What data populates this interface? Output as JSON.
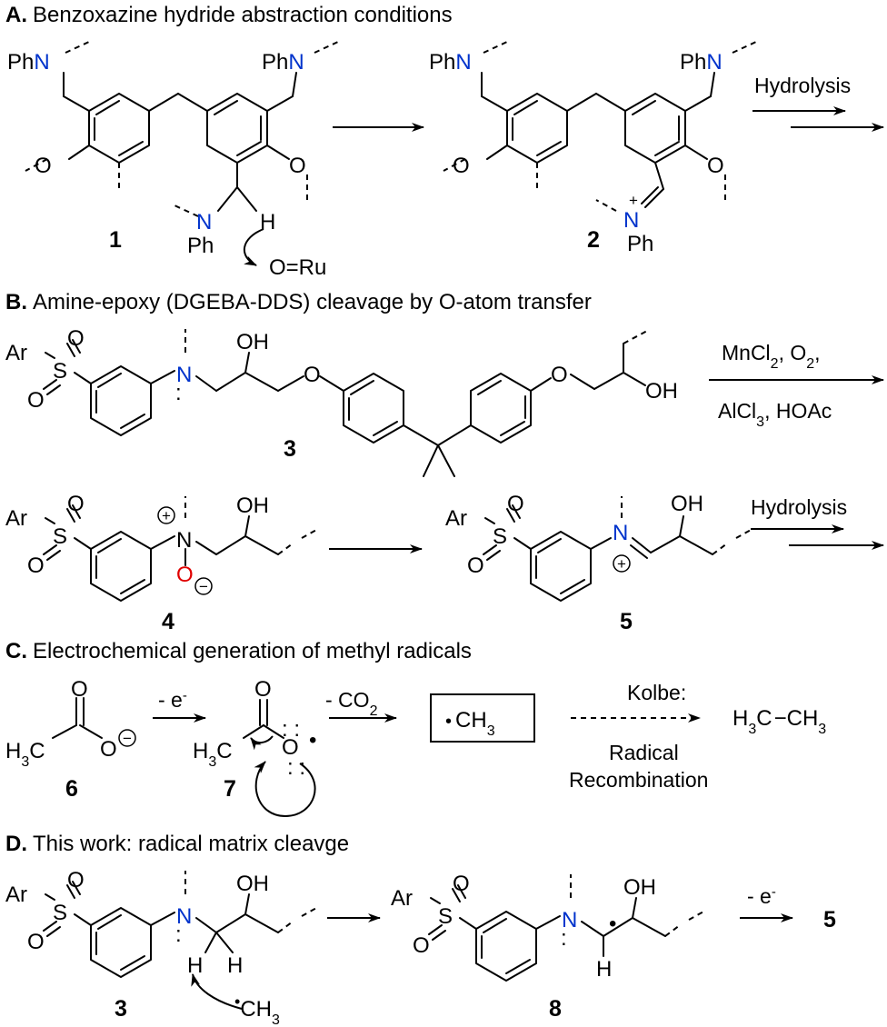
{
  "colors": {
    "nitrogen": "#0033cc",
    "oxygen_highlight": "#e00000",
    "ink": "#000000"
  },
  "panels": {
    "A": {
      "letter": "A.",
      "title": "Benzoxazine hydride abstraction conditions",
      "compounds": [
        "1",
        "2"
      ],
      "reagent": "O=Ru",
      "step_label": "Hydrolysis"
    },
    "B": {
      "letter": "B.",
      "title": "Amine-epoxy (DGEBA-DDS) cleavage by O-atom transfer",
      "compounds": [
        "3",
        "4",
        "5"
      ],
      "conditions_line1": "MnCl2, O2,",
      "conditions_line2": "AlCl3, HOAc",
      "step_label": "Hydrolysis"
    },
    "C": {
      "letter": "C.",
      "title": "Electrochemical generation of methyl radicals",
      "compounds": [
        "6",
        "7"
      ],
      "step1": "- e-",
      "step2": "- CO2",
      "radical_box": "CH3",
      "kolbe": "Kolbe:",
      "recomb_1": "Radical",
      "recomb_2": "Recombination",
      "product": "H3C−CH3"
    },
    "D": {
      "letter": "D.",
      "title": "This work: radical matrix cleavge",
      "compounds": [
        "3",
        "8",
        "5"
      ],
      "step": "- e-",
      "radical": "CH3"
    }
  },
  "atoms": {
    "Ph": "Ph",
    "N": "N",
    "H": "H",
    "O": "O",
    "Ar": "Ar",
    "S": "S",
    "OH": "OH",
    "C": "C",
    "sub2": "2",
    "sub3": "3",
    "sup_minus": "-",
    "plus": "+",
    "minus": "−"
  }
}
